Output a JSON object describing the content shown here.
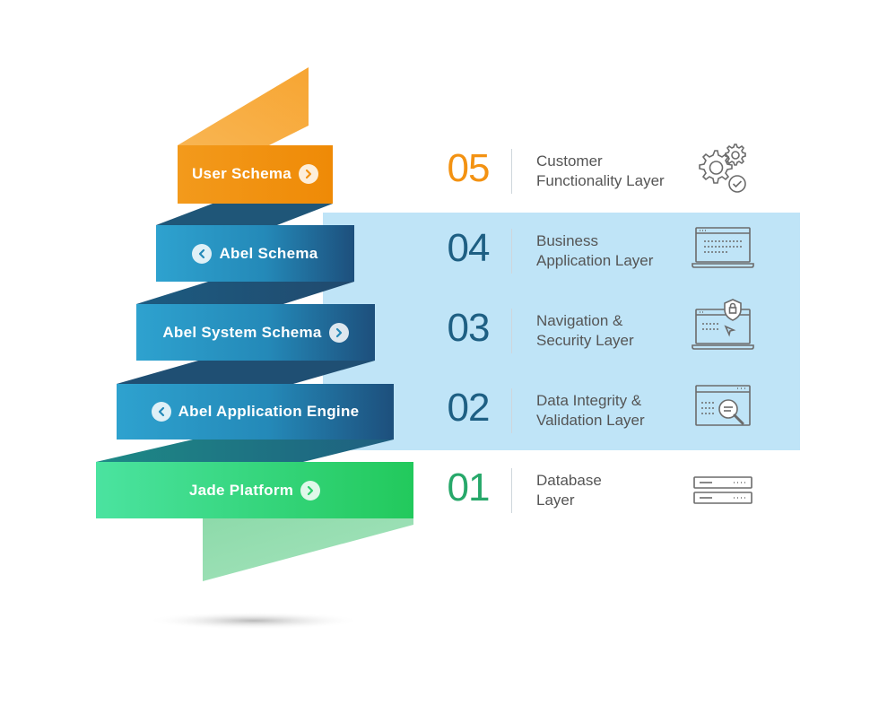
{
  "colors": {
    "orange": "#f39212",
    "blue_num": "#1e5f83",
    "green": "#27a86a",
    "highlight": "#bfe4f7",
    "bar_blue": "#2a8fbe",
    "bar_green": "#3ddb88"
  },
  "layers": [
    {
      "id": "05",
      "number": "05",
      "schema": "User Schema",
      "chevron": "right",
      "line1": "Customer",
      "line2": "Functionality Layer",
      "icon": "gears-icon",
      "color": "orange"
    },
    {
      "id": "04",
      "number": "04",
      "schema": "Abel Schema",
      "chevron": "left",
      "line1": "Business",
      "line2": "Application Layer",
      "icon": "laptop-icon",
      "color": "blue"
    },
    {
      "id": "03",
      "number": "03",
      "schema": "Abel System Schema",
      "chevron": "right",
      "line1": "Navigation &",
      "line2": "Security Layer",
      "icon": "secure-laptop-icon",
      "color": "blue"
    },
    {
      "id": "02",
      "number": "02",
      "schema": "Abel Application Engine",
      "chevron": "left",
      "line1": "Data Integrity &",
      "line2": "Validation Layer",
      "icon": "magnifier-window-icon",
      "color": "blue"
    },
    {
      "id": "01",
      "number": "01",
      "schema": "Jade Platform",
      "chevron": "right",
      "line1": "Database",
      "line2": "Layer",
      "icon": "server-icon",
      "color": "green"
    }
  ]
}
